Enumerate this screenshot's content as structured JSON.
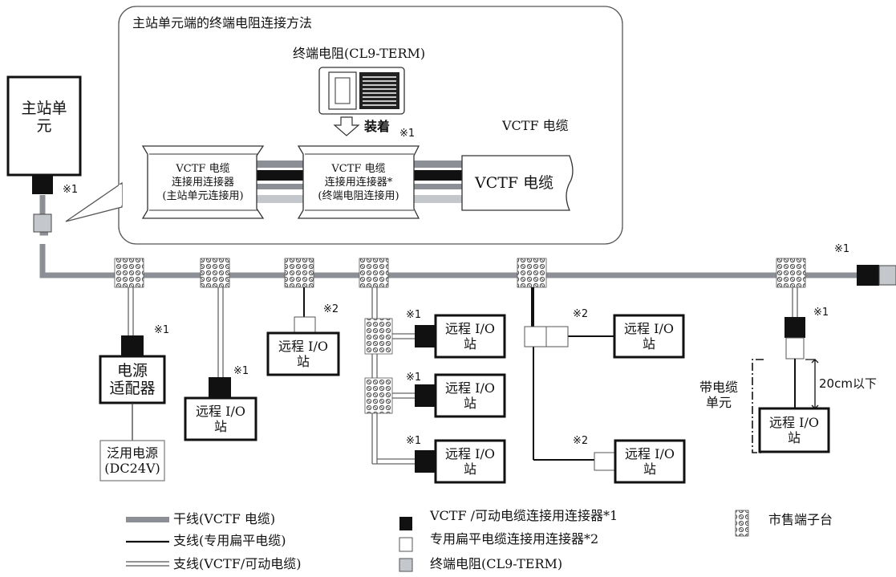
{
  "callout": {
    "title": "主站单元端的终端电阻连接方法",
    "terminator_label": "终端电阻(CL9-TERM)",
    "attach_label": "装着",
    "note_mark": "※1",
    "cable_label": "VCTF 电缆",
    "connector_left": [
      "VCTF 电缆",
      "连接用连接器",
      "(主站单元连接用)"
    ],
    "connector_right": [
      "VCTF 电缆",
      "连接用连接器*",
      "(终端电阻连接用)"
    ],
    "cable_end_label": "VCTF 电缆"
  },
  "master_unit": {
    "line1": "主站单",
    "line2": "元"
  },
  "marks": {
    "n1": "※1",
    "n2": "※2"
  },
  "power_adapter": {
    "line1": "电源",
    "line2": "适配器"
  },
  "power_supply": {
    "line1": "泛用电源",
    "line2": "(DC24V)"
  },
  "remote_io": {
    "line1": "远程 I/O",
    "line2": "站"
  },
  "cable_unit": {
    "line1": "带电缆",
    "line2": "单元",
    "length": "20cm以下"
  },
  "legend": {
    "trunk": "干线(VCTF 电缆)",
    "branch_flat": "支线(专用扁平电缆)",
    "branch_vctf": "支线(VCTF/可动电缆)",
    "conn_vctf": "VCTF /可动电缆连接用连接器*1",
    "conn_flat": "专用扁平电缆连接用连接器*2",
    "terminator": "终端电阻(CL9-TERM)",
    "terminal_block": "市售端子台"
  },
  "colors": {
    "trunk": "#8c9096",
    "terminator": "#c4c7cc",
    "connector": "#111111",
    "border": "#222222"
  }
}
